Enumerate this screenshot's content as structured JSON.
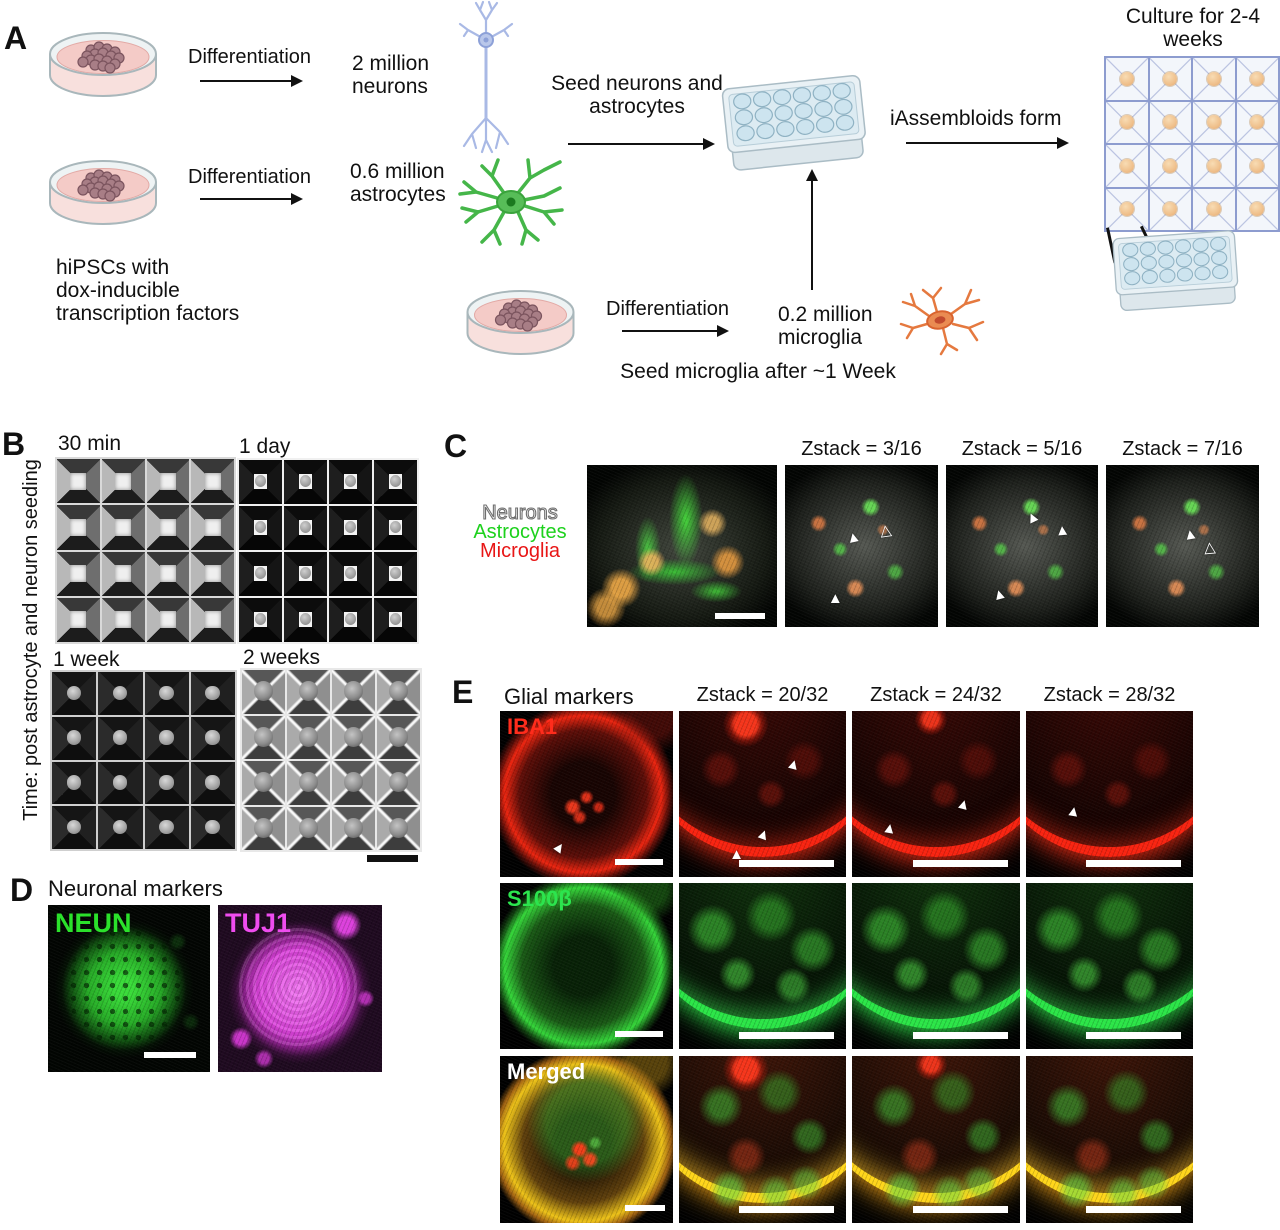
{
  "icons": {
    "arrowhead_filled": "▲",
    "arrowhead_open": "△"
  },
  "panelA": {
    "label": "A",
    "hipsc_caption": "hiPSCs with\ndox-inducible\ntranscription factors",
    "differentiation_1": "Differentiation",
    "differentiation_2": "Differentiation",
    "differentiation_3": "Differentiation",
    "neuron_count": "2 million\nneurons",
    "astrocyte_count": "0.6 million\nastrocytes",
    "microglia_count": "0.2 million\nmicroglia",
    "seed_neurons_astrocytes": "Seed neurons and\nastrocytes",
    "seed_microglia": "Seed microglia after ~1 Week",
    "iassembloids_form": "iAssembloids form",
    "culture_duration": "Culture for 2-4\nweeks"
  },
  "panelB": {
    "label": "B",
    "axis_label": "Time: post astrocyte and neuron seeding",
    "timepoints": [
      "30 min",
      "1 day",
      "1 week",
      "2 weeks"
    ]
  },
  "panelC": {
    "label": "C",
    "legend": [
      {
        "name": "Neurons",
        "color": "#f2f2f2"
      },
      {
        "name": "Astrocytes",
        "color": "#1dd11d"
      },
      {
        "name": "Microglia",
        "color": "#e81616"
      }
    ],
    "zstack_headers": [
      "Zstack = 3/16",
      "Zstack = 5/16",
      "Zstack = 7/16"
    ]
  },
  "panelD": {
    "label": "D",
    "title": "Neuronal markers",
    "markers": [
      {
        "name": "NEUN",
        "color": "#2be12b"
      },
      {
        "name": "TUJ1",
        "color": "#ef4cef"
      }
    ]
  },
  "panelE": {
    "label": "E",
    "title": "Glial markers",
    "zstack_headers": [
      "Zstack = 20/32",
      "Zstack = 24/32",
      "Zstack = 28/32"
    ],
    "row_labels": [
      {
        "name": "IBA1",
        "color": "#ff2c1c"
      },
      {
        "name": "S100β",
        "color": "#2ce44e"
      },
      {
        "name": "Merged",
        "color": "#ffffff"
      }
    ]
  }
}
